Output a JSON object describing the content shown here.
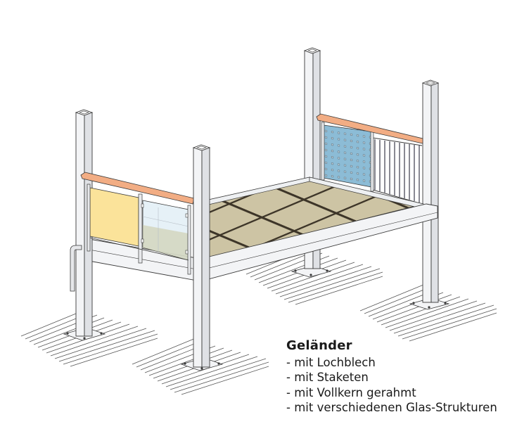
{
  "figure": {
    "subject": "Balkon mit Geländer (isometrische Darstellung)",
    "colors": {
      "post_light": "#f3f4f6",
      "post_shade": "#dfe1e5",
      "outline": "#3a3a3a",
      "floor_tile": "#cdc4a4",
      "floor_grout": "#3d3528",
      "handrail": "#f2ad84",
      "perforated_sheet": "#8cbcd6",
      "solid_panel": "#fbe39a",
      "glass": "#e2eef6",
      "ground_hatch": "#555555"
    },
    "components": [
      "post-front-left",
      "post-front-right",
      "post-back-left",
      "post-back-right",
      "deck-floor-tiles",
      "railing-solid-panel",
      "railing-glass-panel",
      "railing-perforated-sheet",
      "railing-balusters",
      "downpipe",
      "base-plates"
    ]
  },
  "caption": {
    "title": "Geländer",
    "items": [
      "- mit Lochblech",
      "- mit Staketen",
      "- mit Vollkern gerahmt",
      "- mit verschiedenen Glas-Strukturen"
    ]
  }
}
